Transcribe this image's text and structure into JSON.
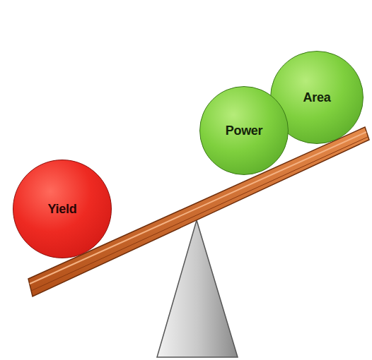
{
  "diagram": {
    "nodes": [
      {
        "text": [
          "Yield"
        ]
      },
      {
        "text": [
          "Power"
        ]
      },
      {
        "text": [
          "Area"
        ]
      }
    ]
  }
}
